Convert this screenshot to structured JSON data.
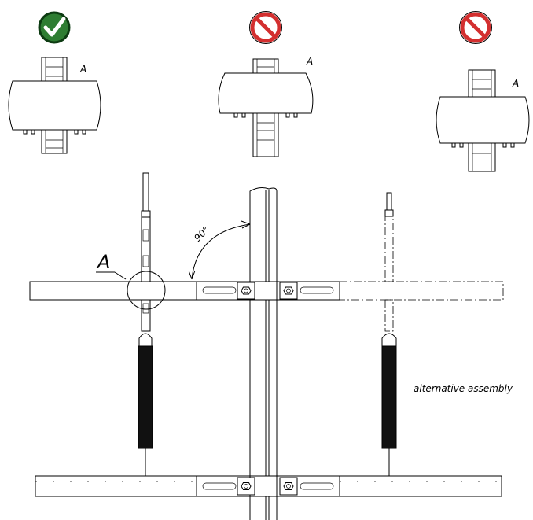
{
  "icons": {
    "ok": "check-icon",
    "not_ok": "prohibited-icon",
    "ok_color": "#2e7d32",
    "not_ok_color": "#d32f2f"
  },
  "detail_views": [
    {
      "label": "A",
      "status": "ok"
    },
    {
      "label": "A",
      "status": "not_ok"
    },
    {
      "label": "A",
      "status": "not_ok"
    }
  ],
  "main": {
    "detail_label": "A",
    "angle_label": "90°",
    "alternative_label": "alternative assembly"
  }
}
